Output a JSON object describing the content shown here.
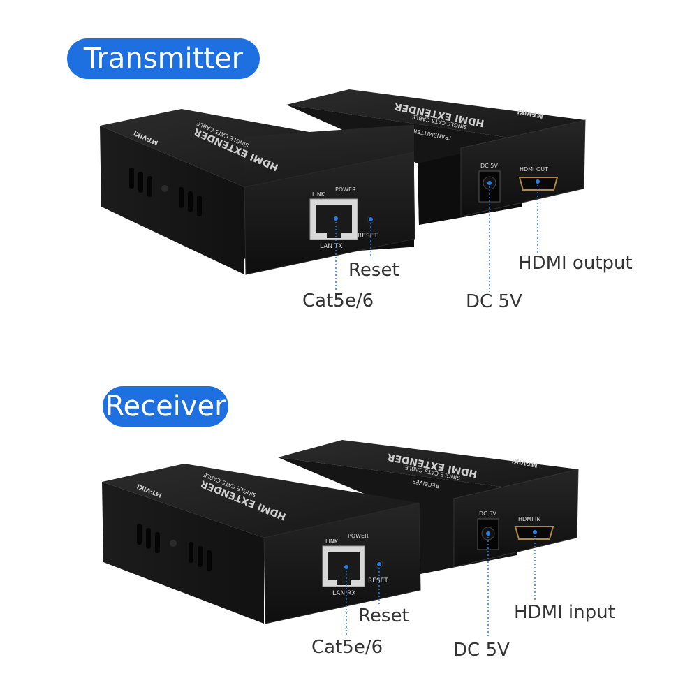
{
  "sections": {
    "transmitter": {
      "title": "Transmitter",
      "front": {
        "link_label": "LINK",
        "power_label": "POWER",
        "lan_label": "LAN TX",
        "reset_label": "RESET"
      },
      "back": {
        "dc_label": "DC 5V",
        "hdmi_label": "HDMI OUT"
      },
      "top": {
        "brand": "MT-VIKI",
        "product": "HDMI EXTENDER",
        "sub": "SINGLE CAT5 CABLE",
        "tag": "TRANSMITTER"
      },
      "callouts": {
        "reset": "Reset",
        "cat": "Cat5e/6",
        "dc": "DC 5V",
        "hdmi": "HDMI output"
      }
    },
    "receiver": {
      "title": "Receiver",
      "front": {
        "link_label": "LINK",
        "power_label": "POWER",
        "lan_label": "LAN RX",
        "reset_label": "RESET"
      },
      "back": {
        "dc_label": "DC 5V",
        "hdmi_label": "HDMI IN"
      },
      "top": {
        "brand": "MT-VIKI",
        "product": "HDMI EXTENDER",
        "sub": "SINGLE CAT5 CABLE",
        "tag": "RECEIVER"
      },
      "callouts": {
        "reset": "Reset",
        "cat": "Cat5e/6",
        "dc": "DC 5V",
        "hdmi": "HDMI input"
      }
    }
  },
  "colors": {
    "accent": "#1e6fe0",
    "device": "#1a1a1a",
    "marker": "#2a7de1"
  }
}
